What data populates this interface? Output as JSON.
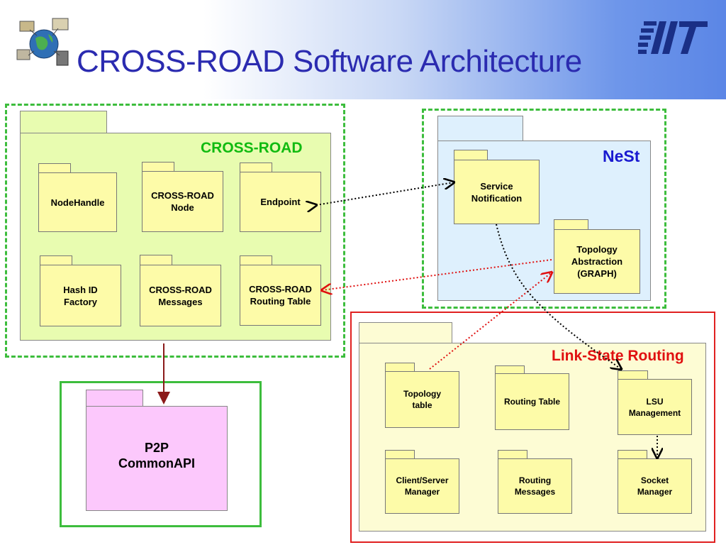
{
  "title": "CROSS-ROAD Software Architecture",
  "colors": {
    "title": "#2b2bb0",
    "crossroad_pkg": "#e8fcb0",
    "nest_pkg": "#def0fd",
    "lsr_pkg": "#fdfcd4",
    "p2p_pkg": "#fcc8fc",
    "box_fill": "#fdfba8",
    "dashed_border": "#3dbd3d",
    "red_border": "#e02020"
  },
  "packages": {
    "crossroad": {
      "label": "CROSS-ROAD",
      "boxes": {
        "nodehandle": "NodeHandle",
        "crossroad_node": "CROSS-ROAD\nNode",
        "endpoint": "Endpoint",
        "hash_id_factory": "Hash ID\nFactory",
        "crossroad_messages": "CROSS-ROAD\nMessages",
        "routing_table": "CROSS-ROAD\nRouting Table"
      }
    },
    "nest": {
      "label": "NeSt",
      "boxes": {
        "service_notification": "Service\nNotification",
        "topology_abstraction": "Topology\nAbstraction\n(GRAPH)"
      }
    },
    "link_state_routing": {
      "label": "Link-State Routing",
      "boxes": {
        "topology_table": "Topology\ntable",
        "routing_table": "Routing Table",
        "lsu_management": "LSU\nManagement",
        "client_server_manager": "Client/Server\nManager",
        "routing_messages": "Routing\nMessages",
        "socket_manager": "Socket\nManager"
      }
    },
    "p2p": {
      "label": "P2P\nCommonAPI"
    }
  },
  "icons": [
    "globe-network-icon",
    "iit-logo"
  ]
}
